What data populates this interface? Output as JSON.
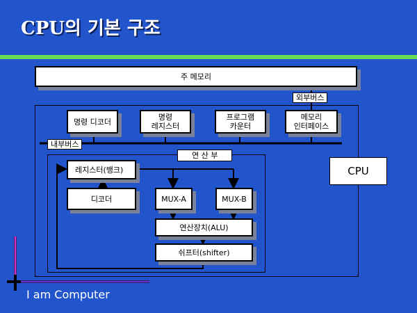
{
  "title": "CPU의 기본 구조",
  "footer": "I am Computer",
  "blocks": {
    "main_memory": "주 메모리",
    "external_bus": "외부버스",
    "instruction_decoder": "명령 디코더",
    "instruction_register": "명령\n레지스터",
    "program_counter": "프로그램\n카운터",
    "memory_interface": "메모리\n인터페이스",
    "internal_bus": "내부버스",
    "execution_unit": "연 산 부",
    "register_bank": "레지스터(뱅크)",
    "decoder": "디코더",
    "mux_a": "MUX-A",
    "mux_b": "MUX-B",
    "alu": "연산장치(ALU)",
    "shifter": "쉬프터(shifter)",
    "cpu": "CPU"
  },
  "colors": {
    "background": "#2255cc",
    "accent_rule": "#66dd55"
  }
}
